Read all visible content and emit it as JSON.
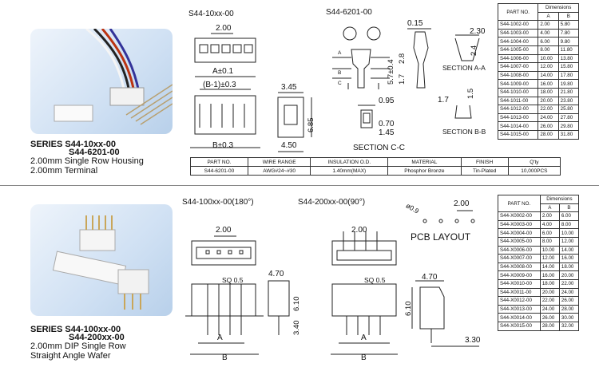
{
  "top": {
    "title1": "SERIES  S44-10xx-00",
    "title2": "S44-6201-00",
    "sub1": "2.00mm Single Row Housing",
    "sub2": "2.00mm Terminal",
    "housing_label": "S44-10xx-00",
    "terminal_label": "S44-6201-00",
    "dims": {
      "d200": "2.00",
      "a01": "A±0.1",
      "b1": "(B-1)±0.3",
      "d345": "3.45",
      "d685": "6.85",
      "b03": "B±0.3",
      "d450": "4.50",
      "d015": "0.15",
      "d57": "5.7±0.4",
      "d28": "2.8",
      "d17": "1.7",
      "d230": "2.30",
      "d24": "2.4",
      "sec_a": "SECTION A-A",
      "d095": "0.95",
      "d070": "0.70",
      "d145": "1.45",
      "sec_c": "SECTION C-C",
      "d17b": "1.7",
      "d15": "1.5",
      "sec_b": "SECTION B-B",
      "mA": "A",
      "mB": "B",
      "mC": "C"
    },
    "spec": {
      "headers": [
        "PART NO.",
        "WIRE RANGE",
        "INSULATION O.D.",
        "MATERIAL",
        "FINISH",
        "Q'ty"
      ],
      "row": [
        "S44-6201-00",
        "AWG#24~#30",
        "1.40mm(MAX)",
        "Phosphor Bronze",
        "Tin-Plated",
        "10,000PCS"
      ]
    },
    "table": {
      "h_part": "PART NO.",
      "h_dim": "Dimensions",
      "h_a": "A",
      "h_b": "B",
      "rows": [
        [
          "S44-1002-00",
          "2.00",
          "5.80"
        ],
        [
          "S44-1003-00",
          "4.00",
          "7.80"
        ],
        [
          "S44-1004-00",
          "6.00",
          "9.80"
        ],
        [
          "S44-1005-00",
          "8.00",
          "11.80"
        ],
        [
          "S44-1006-00",
          "10.00",
          "13.80"
        ],
        [
          "S44-1007-00",
          "12.00",
          "15.80"
        ],
        [
          "S44-1008-00",
          "14.00",
          "17.80"
        ],
        [
          "S44-1009-00",
          "16.00",
          "19.80"
        ],
        [
          "S44-1010-00",
          "18.00",
          "21.80"
        ],
        [
          "S44-1011-00",
          "20.00",
          "23.80"
        ],
        [
          "S44-1012-00",
          "22.00",
          "25.80"
        ],
        [
          "S44-1013-00",
          "24.00",
          "27.80"
        ],
        [
          "S44-1014-00",
          "26.00",
          "29.80"
        ],
        [
          "S44-1015-00",
          "28.00",
          "31.80"
        ]
      ]
    }
  },
  "bottom": {
    "title1": "SERIES  S44-100xx-00",
    "title2": "S44-200xx-00",
    "sub1": "2.00mm DIP Single Row",
    "sub2": "Straight Angle Wafer",
    "label_180": "S44-100xx-00(180°)",
    "label_90": "S44-200xx-00(90°)",
    "pcb": "PCB LAYOUT",
    "dims": {
      "d200a": "2.00",
      "d200b": "2.00",
      "d200c": "2.00",
      "sq1": "SQ 0.5",
      "sq2": "SQ 0.5",
      "d470a": "4.70",
      "d470b": "4.70",
      "d610a": "6.10",
      "d610b": "6.10",
      "d340": "3.40",
      "d330": "3.30",
      "d09": "ø0.9",
      "A1": "A",
      "B1": "B",
      "A2": "A",
      "B2": "B"
    },
    "table": {
      "h_part": "PART NO.",
      "h_dim": "Dimensions",
      "h_a": "A",
      "h_b": "B",
      "rows": [
        [
          "S44-X0002-00",
          "2.00",
          "6.00"
        ],
        [
          "S44-X0003-00",
          "4.00",
          "8.00"
        ],
        [
          "S44-X0004-00",
          "6.00",
          "10.00"
        ],
        [
          "S44-X0005-00",
          "8.00",
          "12.00"
        ],
        [
          "S44-X0006-00",
          "10.00",
          "14.00"
        ],
        [
          "S44-X0007-00",
          "12.00",
          "16.00"
        ],
        [
          "S44-X0008-00",
          "14.00",
          "18.00"
        ],
        [
          "S44-X0009-00",
          "16.00",
          "20.00"
        ],
        [
          "S44-X0010-00",
          "18.00",
          "22.00"
        ],
        [
          "S44-X0011-00",
          "20.00",
          "24.00"
        ],
        [
          "S44-X0012-00",
          "22.00",
          "26.00"
        ],
        [
          "S44-X0013-00",
          "24.00",
          "28.00"
        ],
        [
          "S44-X0014-00",
          "26.00",
          "30.00"
        ],
        [
          "S44-X0015-00",
          "28.00",
          "32.00"
        ]
      ]
    }
  }
}
